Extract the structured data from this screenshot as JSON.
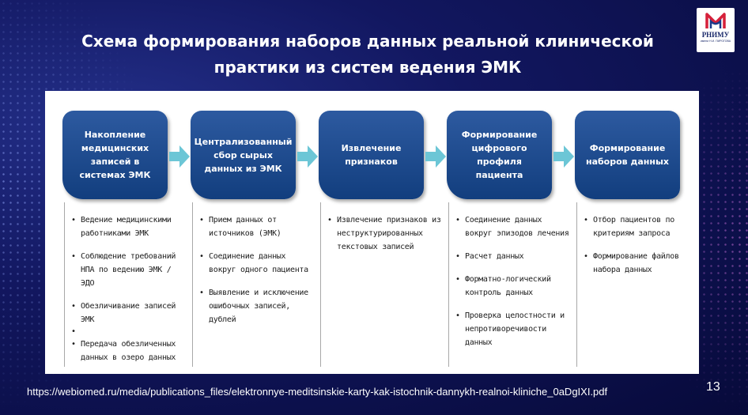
{
  "title": {
    "line1": "Схема формирования наборов данных реальной клинической",
    "line2": "практики из систем ведения ЭМК"
  },
  "logo": {
    "name": "РНИМУ",
    "subtitle": "имени Н.И. ПИРОГОВА",
    "icon": "university-emblem-icon"
  },
  "steps": [
    {
      "label": "Накопление медицинских записей в системах ЭМК",
      "items": [
        "Ведение медицинскими работниками ЭМК",
        "Соблюдение требований НПА по ведению ЭМК / ЭДО",
        "Обезличивание записей ЭМК",
        "",
        "Передача обезличенных данных в озеро данных"
      ]
    },
    {
      "label": "Централизованный сбор сырых данных из ЭМК",
      "items": [
        "Прием данных от источников (ЭМК)",
        "Соединение данных вокруг одного пациента",
        "Выявление и исключение ошибочных записей, дублей"
      ]
    },
    {
      "label": "Извлечение признаков",
      "items": [
        "Извлечение признаков из неструктурированных текстовых записей"
      ]
    },
    {
      "label": "Формирование цифрового профиля пациента",
      "items": [
        "Соединение данных вокруг эпизодов лечения",
        "Расчет данных",
        "Форматно-логический контроль данных",
        "Проверка целостности и непротиворечивости данных"
      ]
    },
    {
      "label": "Формирование наборов данных",
      "items": [
        "Отбор пациентов по критериям запроса",
        "Формирование файлов набора данных"
      ]
    }
  ],
  "colors": {
    "box_top": "#2d5aa0",
    "box_bottom": "#123e7e",
    "arrow": "#6cc6d6",
    "background": "#121760"
  },
  "source_url": "https://webiomed.ru/media/publications_files/elektronnye-meditsinskie-karty-kak-istochnik-dannykh-realnoi-kliniche_0aDgIXI.pdf",
  "page_number": "13"
}
